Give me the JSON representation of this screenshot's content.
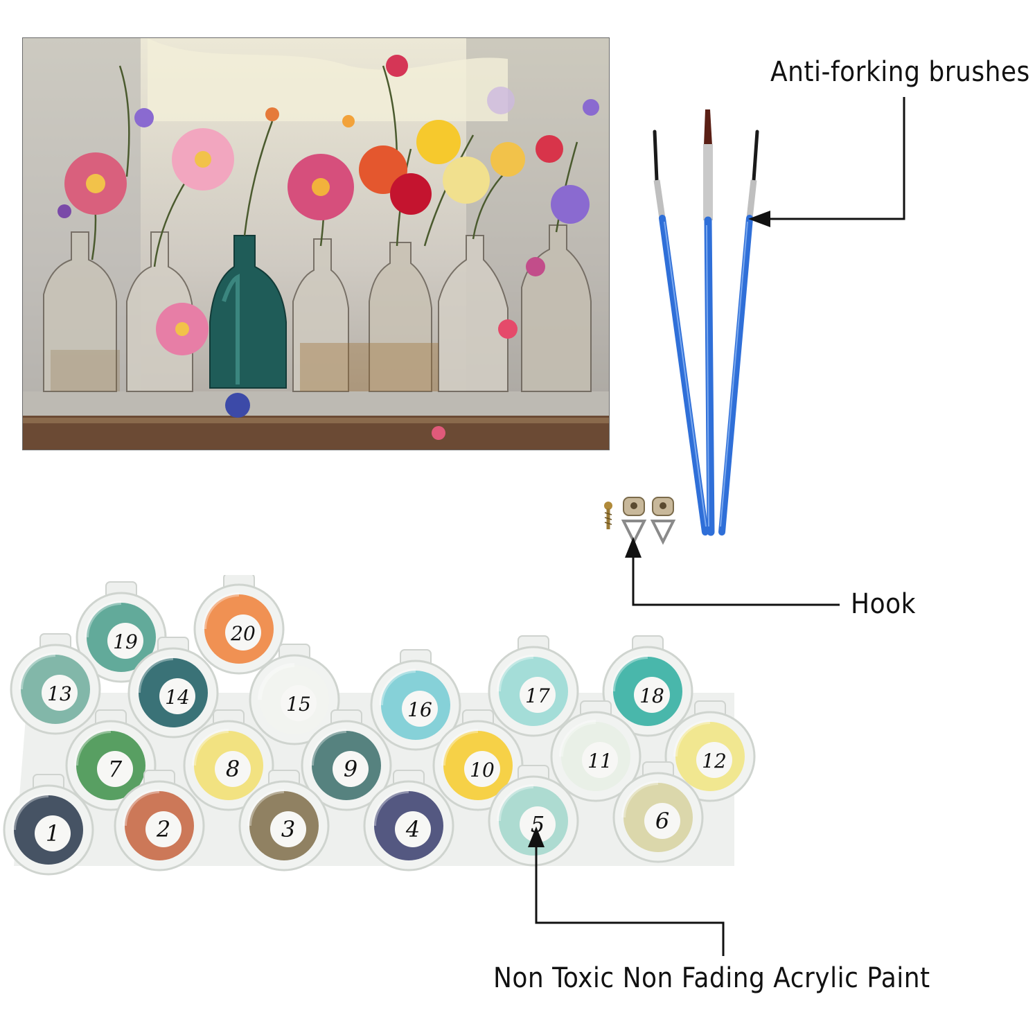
{
  "labels": {
    "brushes": "Anti-forking brushes",
    "hook": "Hook",
    "paint": "Non Toxic Non Fading Acrylic Paint"
  },
  "paint_pots": [
    {
      "number": "1",
      "color": "#3c4a5c"
    },
    {
      "number": "2",
      "color": "#c9714f"
    },
    {
      "number": "3",
      "color": "#8a7a5a"
    },
    {
      "number": "4",
      "color": "#4b4f7a"
    },
    {
      "number": "5",
      "color": "#a9d9cf"
    },
    {
      "number": "6",
      "color": "#d9d5a6"
    },
    {
      "number": "7",
      "color": "#4f9a5a"
    },
    {
      "number": "8",
      "color": "#f1e07a"
    },
    {
      "number": "9",
      "color": "#4d7b78"
    },
    {
      "number": "10",
      "color": "#f5cf3d"
    },
    {
      "number": "11",
      "color": "#e8efe6"
    },
    {
      "number": "12",
      "color": "#f0e68a"
    },
    {
      "number": "13",
      "color": "#7bb3a4"
    },
    {
      "number": "14",
      "color": "#2f6a70"
    },
    {
      "number": "15",
      "color": "#f1f3ef"
    },
    {
      "number": "16",
      "color": "#7fcfd6"
    },
    {
      "number": "17",
      "color": "#9fdbd6"
    },
    {
      "number": "18",
      "color": "#3fb3a6"
    },
    {
      "number": "19",
      "color": "#5aa595"
    },
    {
      "number": "20",
      "color": "#ef8b4a"
    }
  ],
  "colors": {
    "brush_handle": "#2f6fd8",
    "lead_line": "#111111"
  }
}
